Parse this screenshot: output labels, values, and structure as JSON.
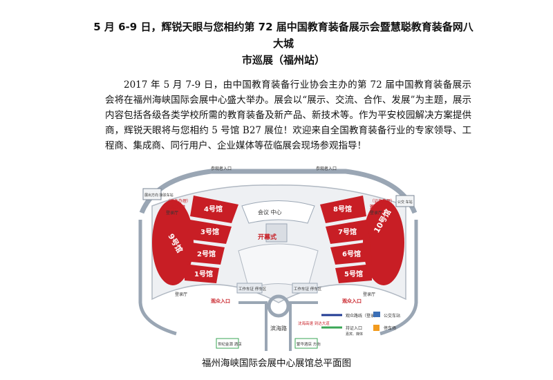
{
  "article": {
    "title_line1": "5 月 6-9 日，辉锐天眼与您相约第 72 届中国教育装备展示会暨慧聪教育装备网八大城",
    "title_line2": "市巡展（福州站）",
    "body": "2017 年 5 月 7-9 日，由中国教育装备行业协会主办的第 72 届中国教育装备展示会将在福州海峡国际会展中心盛大举办。展会以“展示、交流、合作、发展”为主题，展示内容包括各级各类学校所需的教育装备及新产品、新技术等。作为平安校园解决方案提供商，辉锐天眼将与您相约 5 号馆 B27 展位！欢迎来自全国教育装备行业的专家领导、工程商、集成商、同行用户、企业媒体等莅临展会现场参观指导！"
  },
  "map": {
    "halls_left": [
      "9号馆",
      "4号馆",
      "3号馆",
      "2号馆",
      "1号馆"
    ],
    "halls_right": [
      "8号馆",
      "7号馆",
      "6号馆",
      "5号馆",
      "10号馆"
    ],
    "center_label": "会议 中心",
    "open_hall": "开幕式",
    "visitor_entrance_left_top": "观众入口",
    "visitor_entrance_left_top_note": "（证件办理）",
    "visitor_entrance_right_top": "观众入口",
    "visitor_entrance_right_top_note": "（证件办理）",
    "visitor_entrance_left_bottom": "观众入口",
    "visitor_entrance_right_bottom": "观众入口",
    "registration_hall_left_top": "登录厅",
    "registration_hall_right_top": "登录厅",
    "registration_hall_left_bottom": "登录厅",
    "registration_hall_right_bottom": "登录厅",
    "road_top_left": "参观者入口",
    "road_top_right": "参观者入口",
    "bus_left": "展出方向 接驳车站",
    "bus_right": "公交 车站",
    "work_parking_left": "工作车证 停车区",
    "work_parking_right": "工作车证 停车区",
    "road_bottom": "滨海路",
    "exit_note": "沈海高速 到达大道",
    "exit_left": "世纪金源 酒店",
    "exit_right": "繁华酒店 方向",
    "legend": {
      "visitor_route": "观众路线（登录）",
      "badge_entrance": "持证入口",
      "bus_station": "公交车站",
      "parking": "停车场",
      "sub_note": "嘉宾、媒体"
    }
  },
  "caption": "福州海峡国际会展中心展馆总平面图"
}
